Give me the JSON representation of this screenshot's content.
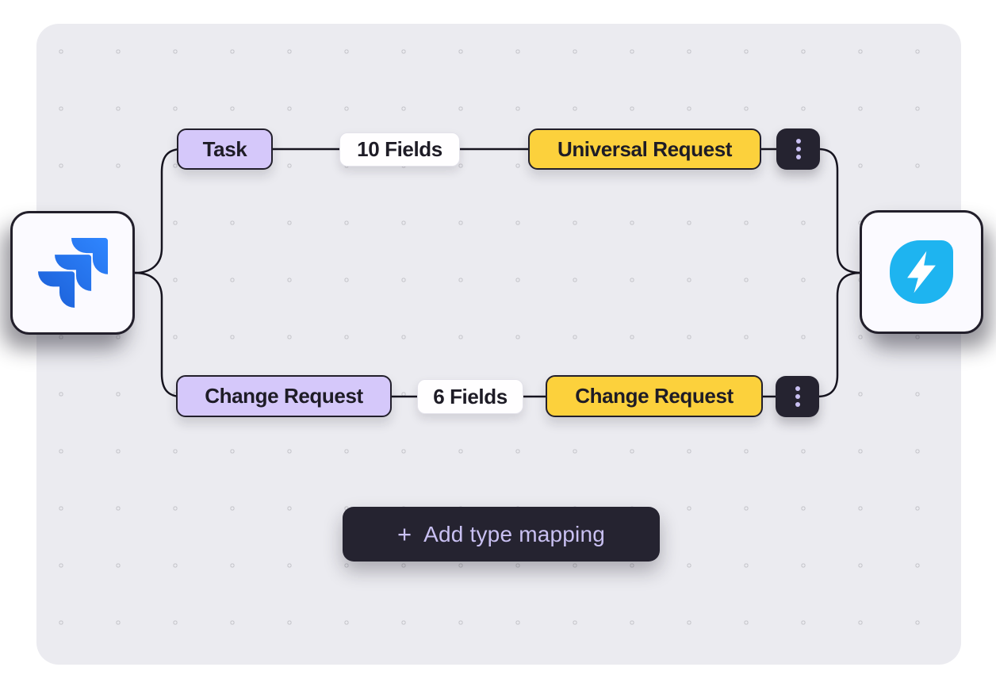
{
  "colors": {
    "canvas-bg": "#ebebf0",
    "dot": "#c7c7cd",
    "lavender": "#d5c8fa",
    "yellow": "#fcd13c",
    "dark": "#252330",
    "line": "#16141f",
    "node-border": "#221f2b",
    "node-text": "#1e1c26",
    "accent-text": "#c9c0f2",
    "card-bg": "#fbfaff",
    "pill-bg": "#fffeff",
    "pill-border": "#e3e2ea",
    "jira-blue": "#2684ff",
    "bolt-blue": "#1eb4f0"
  },
  "source_app": {
    "icon_name": "jira-icon"
  },
  "target_app": {
    "icon_name": "lightning-icon"
  },
  "mappings": [
    {
      "source_type": "Task",
      "fields": "10 Fields",
      "target_type": "Universal Request"
    },
    {
      "source_type": "Change Request",
      "fields": "6 Fields",
      "target_type": "Change Request"
    }
  ],
  "add_button": {
    "plus": "+",
    "label": "Add type mapping"
  }
}
